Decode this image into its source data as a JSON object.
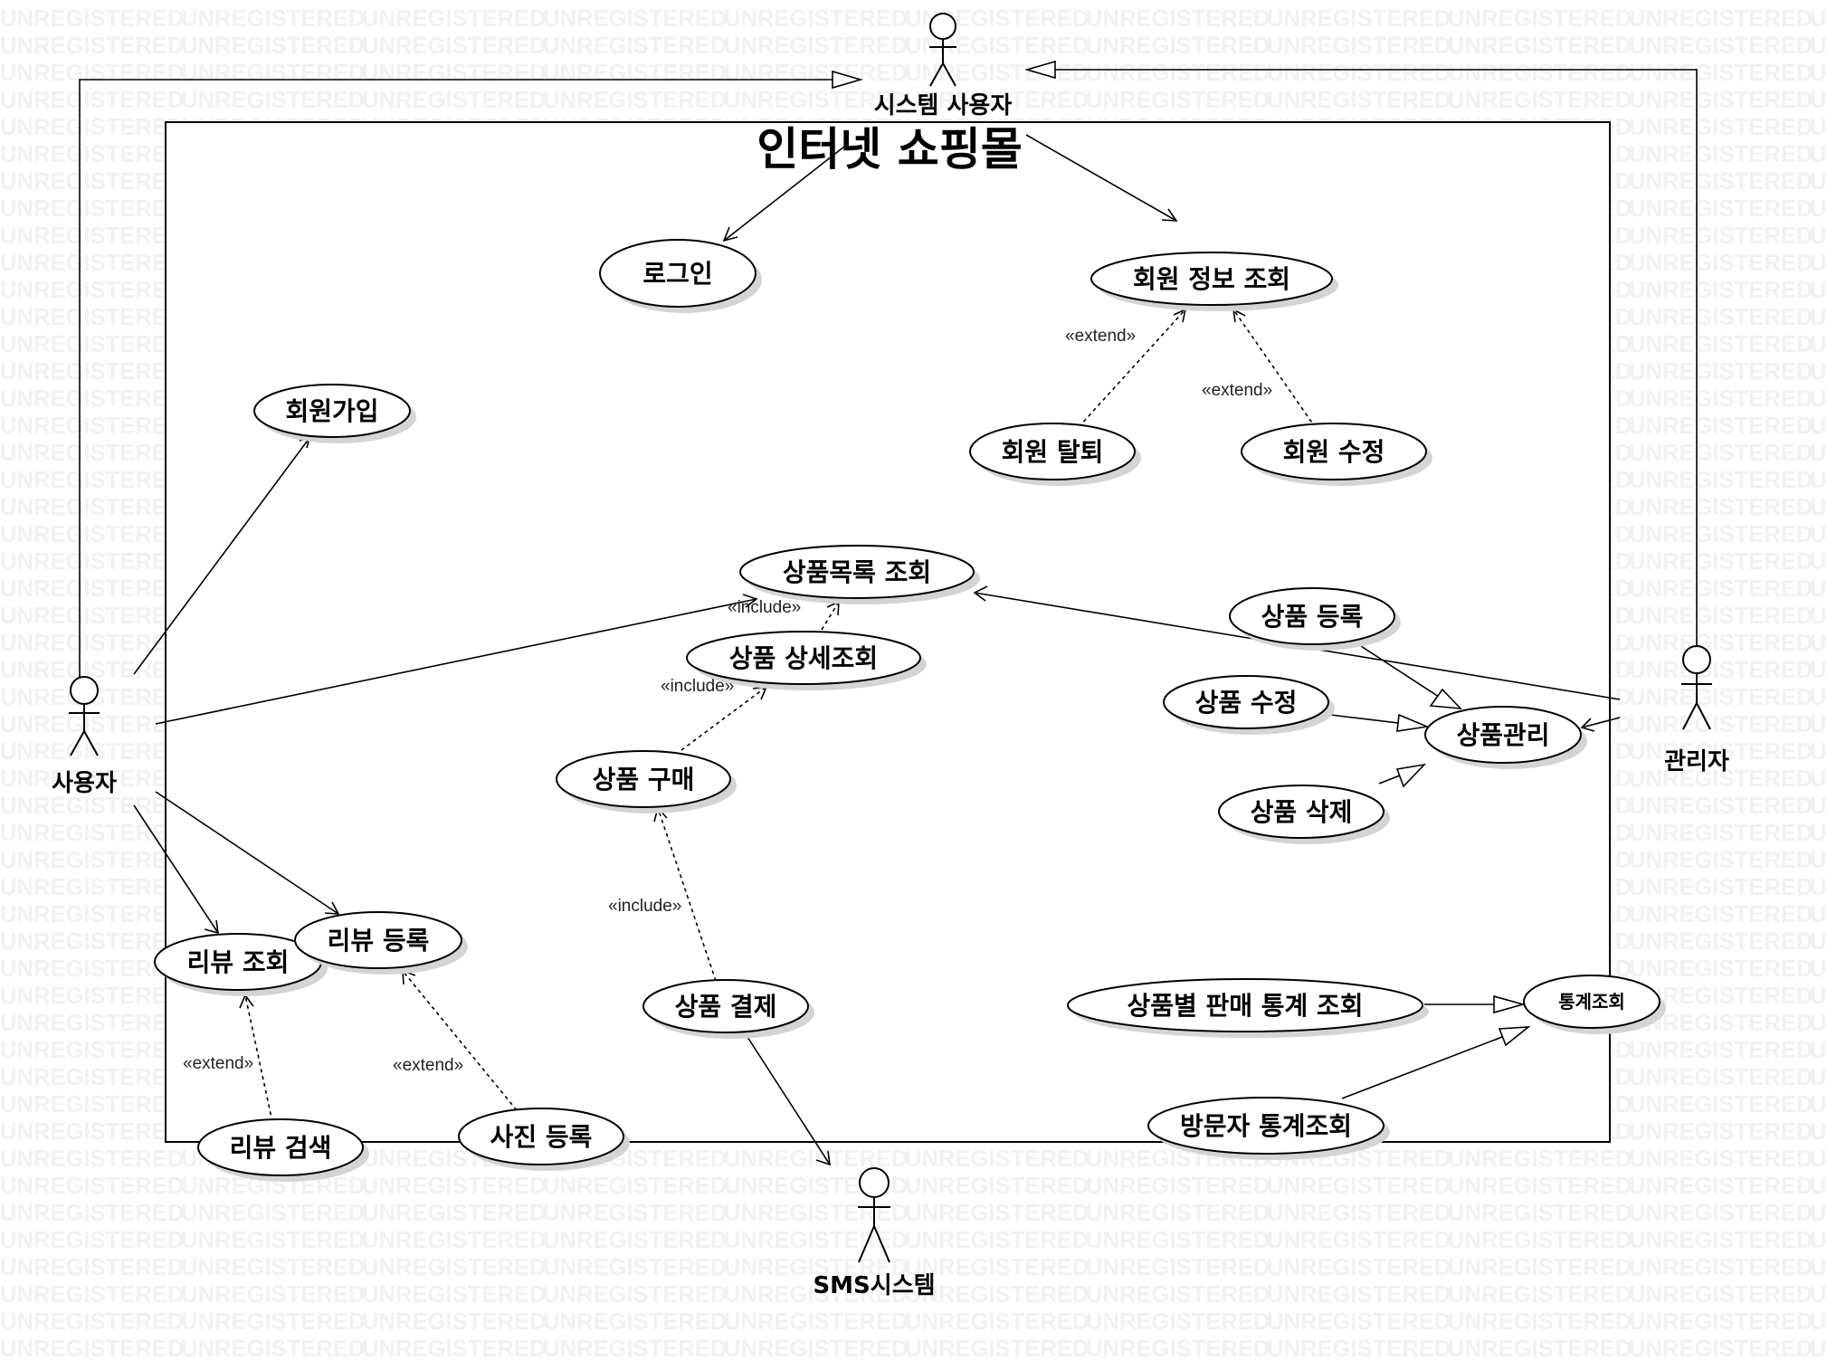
{
  "watermark": "UNREGISTERED",
  "boundary": {
    "title": "인터넷 쇼핑몰"
  },
  "actors": {
    "system_user": "시스템 사용자",
    "user": "사용자",
    "admin": "관리자",
    "sms": "SMS시스템"
  },
  "use_cases": {
    "login": "로그인",
    "member_info": "회원 정보 조회",
    "signup": "회원가입",
    "member_withdraw": "회원 탈퇴",
    "member_edit": "회원 수정",
    "product_list": "상품목록 조회",
    "product_detail": "상품 상세조회",
    "product_buy": "상품 구매",
    "product_pay": "상품 결제",
    "product_register": "상품 등록",
    "product_edit": "상품 수정",
    "product_delete": "상품 삭제",
    "product_manage": "상품관리",
    "review_view": "리뷰 조회",
    "review_register": "리뷰 등록",
    "review_search": "리뷰 검색",
    "photo_register": "사진 등록",
    "sales_stats": "상품별 판매 통계 조회",
    "stats": "통계조회",
    "visitor_stats": "방문자 통계조회"
  },
  "stereotypes": {
    "extend": "«extend»",
    "include": "«include»"
  }
}
